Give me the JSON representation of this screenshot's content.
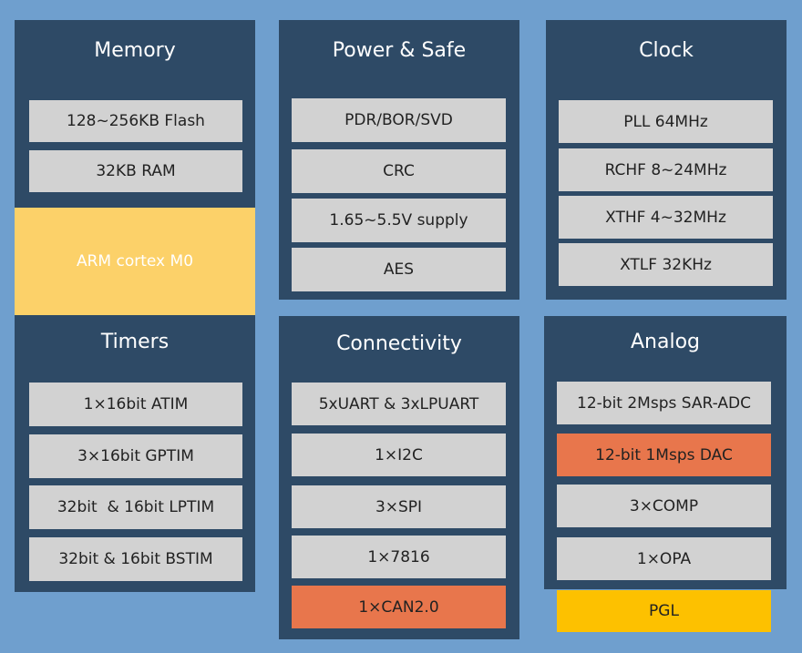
{
  "memory": {
    "title": "Memory",
    "items": [
      "128~256KB Flash",
      "32KB RAM"
    ],
    "core": "ARM cortex M0"
  },
  "timers": {
    "title": "Timers",
    "items": [
      "1×16bit ATIM",
      "3×16bit GPTIM",
      "32bit  & 16bit LPTIM",
      "32bit & 16bit BSTIM"
    ]
  },
  "power": {
    "title": "Power & Safe",
    "items": [
      "PDR/BOR/SVD",
      "CRC",
      "1.65~5.5V supply",
      "AES"
    ]
  },
  "clock": {
    "title": "Clock",
    "items": [
      "PLL 64MHz",
      "RCHF 8~24MHz",
      "XTHF 4~32MHz",
      "XTLF 32KHz"
    ]
  },
  "connectivity": {
    "title": "Connectivity",
    "items": [
      "5xUART & 3xLPUART",
      "1×I2C",
      "3×SPI",
      "1×7816",
      "1×CAN2.0"
    ]
  },
  "analog": {
    "title": "Analog",
    "items": [
      "12-bit 2Msps SAR-ADC",
      "12-bit 1Msps DAC",
      "3×COMP",
      "1×OPA"
    ],
    "extra": "PGL"
  },
  "colors": {
    "background": "#6f9fce",
    "panel": "#2e4a66",
    "block": "#d2d2d2",
    "highlight_orange": "#e8764c",
    "highlight_yellow": "#fdc100",
    "core_yellow": "#fcd169"
  }
}
